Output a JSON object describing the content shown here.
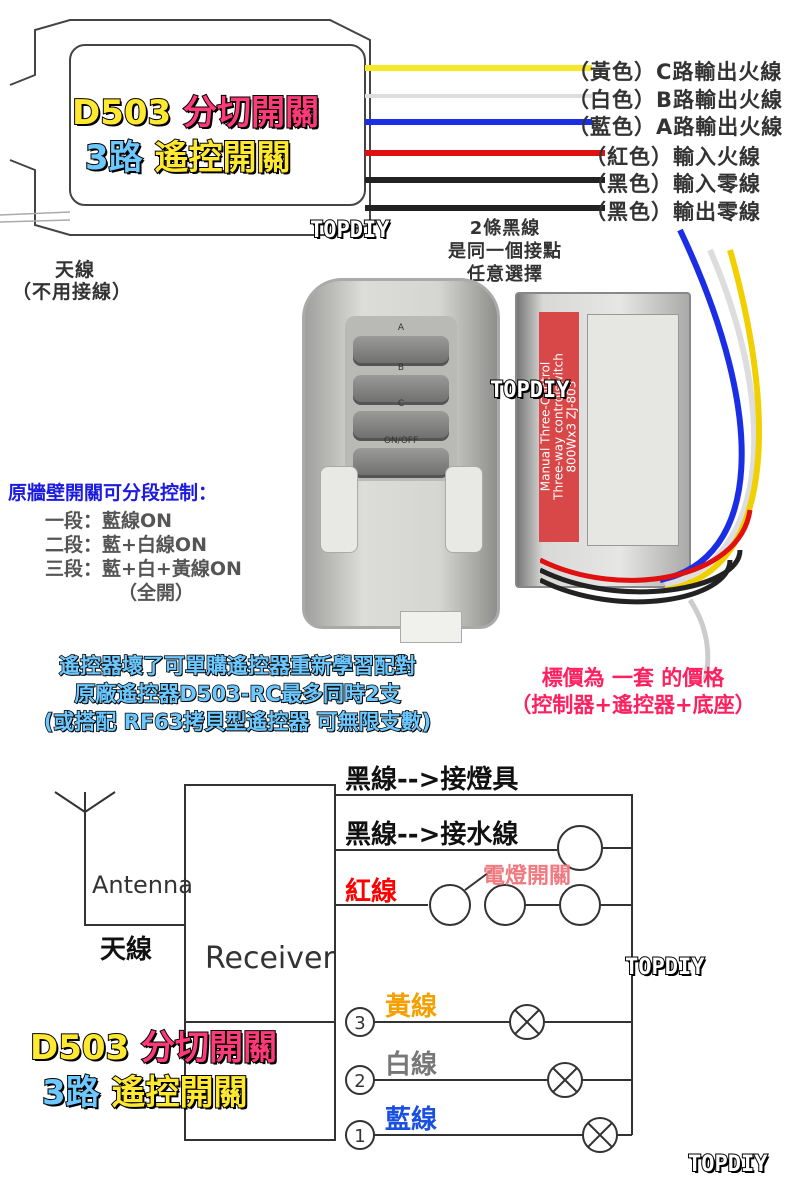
{
  "title": {
    "line1_a": "D503",
    "line1_b": "分切開關",
    "line2_a": "3路",
    "line2_b": "遙控開關"
  },
  "watermark": "TOPDIY",
  "wires": [
    {
      "color_label": "（黃色）",
      "desc": "C路輸出火線",
      "color": "#f5e829"
    },
    {
      "color_label": "（白色）",
      "desc": "B路輸出火線",
      "color": "#e8e8e8"
    },
    {
      "color_label": "（藍色）",
      "desc": "A路輸出火線",
      "color": "#1a2ee6"
    },
    {
      "color_label": "（紅色）",
      "desc": "輸入火線",
      "color": "#e01010"
    },
    {
      "color_label": "（黑色）",
      "desc": "輸入零線",
      "color": "#222222"
    },
    {
      "color_label": "（黑色）",
      "desc": "輸出零線",
      "color": "#222222"
    }
  ],
  "antenna_note": {
    "line1": "天線",
    "line2": "（不用接線）"
  },
  "black_wire_note": {
    "line1": "2條黑線",
    "line2": "是同一個接點",
    "line3": "任意選擇"
  },
  "remote": {
    "buttons": [
      "A",
      "B",
      "C",
      "ON/OFF"
    ]
  },
  "controller": {
    "label_line1": "Manual Three-Control",
    "label_line2": "Three-way controlswitch",
    "model": "ZJ-803",
    "rating": "800Wx3"
  },
  "wall_switch": {
    "heading": "原牆壁開關可分段控制：",
    "steps": [
      "一段：藍線ON",
      "二段：藍+白線ON",
      "三段：藍+白+黃線ON"
    ],
    "note": "（全開）"
  },
  "remote_note": [
    "遙控器壞了可單購遙控器重新學習配對",
    "原廠遙控器D503-RC最多同時2支",
    "(或搭配 RF63拷貝型遙控器  可無限支數)"
  ],
  "price_note": [
    "標價為 一套 的價格",
    "（控制器+遙控器+底座）"
  ],
  "diagram": {
    "antenna": "Antenna",
    "antenna_cn": "天線",
    "receiver": "Receiver",
    "black1": "黑線-->接燈具",
    "black2": "黑線-->接水線",
    "red": "紅線",
    "switch": "電燈開關",
    "outputs": [
      {
        "num": "3",
        "label": "黃線",
        "color": "#f5a000"
      },
      {
        "num": "2",
        "label": "白線",
        "color": "#777777"
      },
      {
        "num": "1",
        "label": "藍線",
        "color": "#1a4fe0"
      }
    ]
  },
  "colors": {
    "pink": "#ff2060",
    "blue_text": "#1a1ae0",
    "title_yellow": "#ffe830",
    "title_pink": "#ff3a7a",
    "title_blue": "#6cc8ff"
  }
}
